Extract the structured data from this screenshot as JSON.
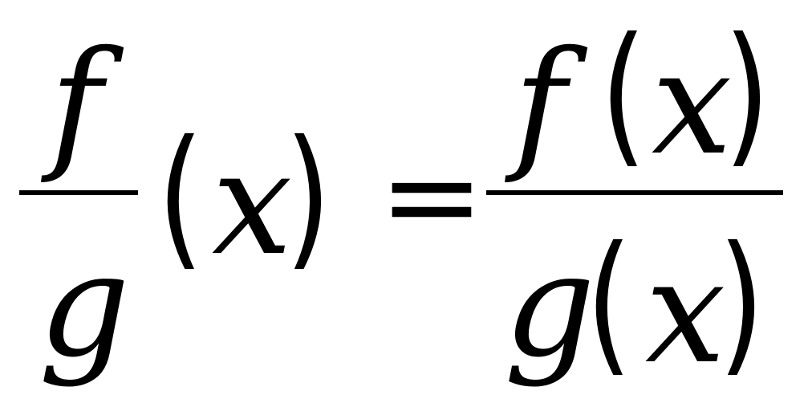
{
  "formula": {
    "left_fraction": {
      "numerator": "f",
      "denominator": "g"
    },
    "left_argument": {
      "open_paren": "(",
      "variable": "x",
      "close_paren": ")"
    },
    "equals_sign": "=",
    "right_fraction": {
      "numerator": {
        "function": "f",
        "open_paren": "(",
        "variable": "x",
        "close_paren": ")"
      },
      "denominator": {
        "function": "g",
        "open_paren": "(",
        "variable": "x",
        "close_paren": ")"
      }
    }
  }
}
